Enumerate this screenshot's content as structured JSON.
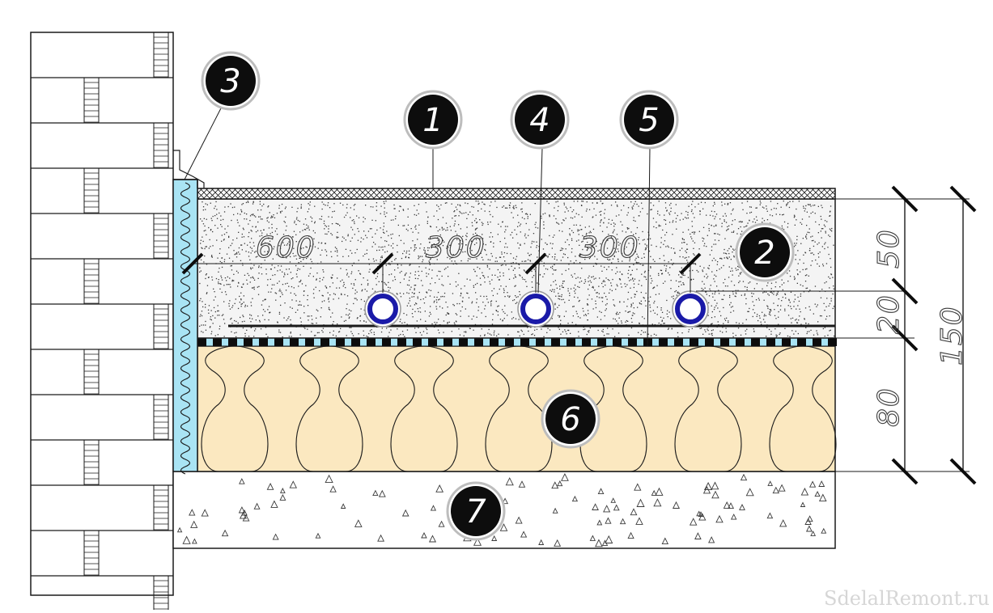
{
  "diagram": {
    "callouts": [
      "1",
      "2",
      "3",
      "4",
      "5",
      "6",
      "7"
    ],
    "pipe_spacing": [
      "600",
      "300",
      "300"
    ],
    "layer_thickness": [
      "50",
      "20",
      "80"
    ],
    "total_thickness": "150",
    "watermark": "SdelalRemont.ru",
    "colors": {
      "line": "#1a1a1a",
      "screed_fill": "#f4f4f4",
      "insulation_fill": "#fbe8c0",
      "damper_tape_fill": "#a9e4f4",
      "film_fill": "#a9e4f4",
      "pipe_ring": "#1a1aa8",
      "concrete_fill": "#ffffff",
      "callout_fill": "#0d0d0d",
      "callout_ring": "#bdbdbd"
    }
  }
}
